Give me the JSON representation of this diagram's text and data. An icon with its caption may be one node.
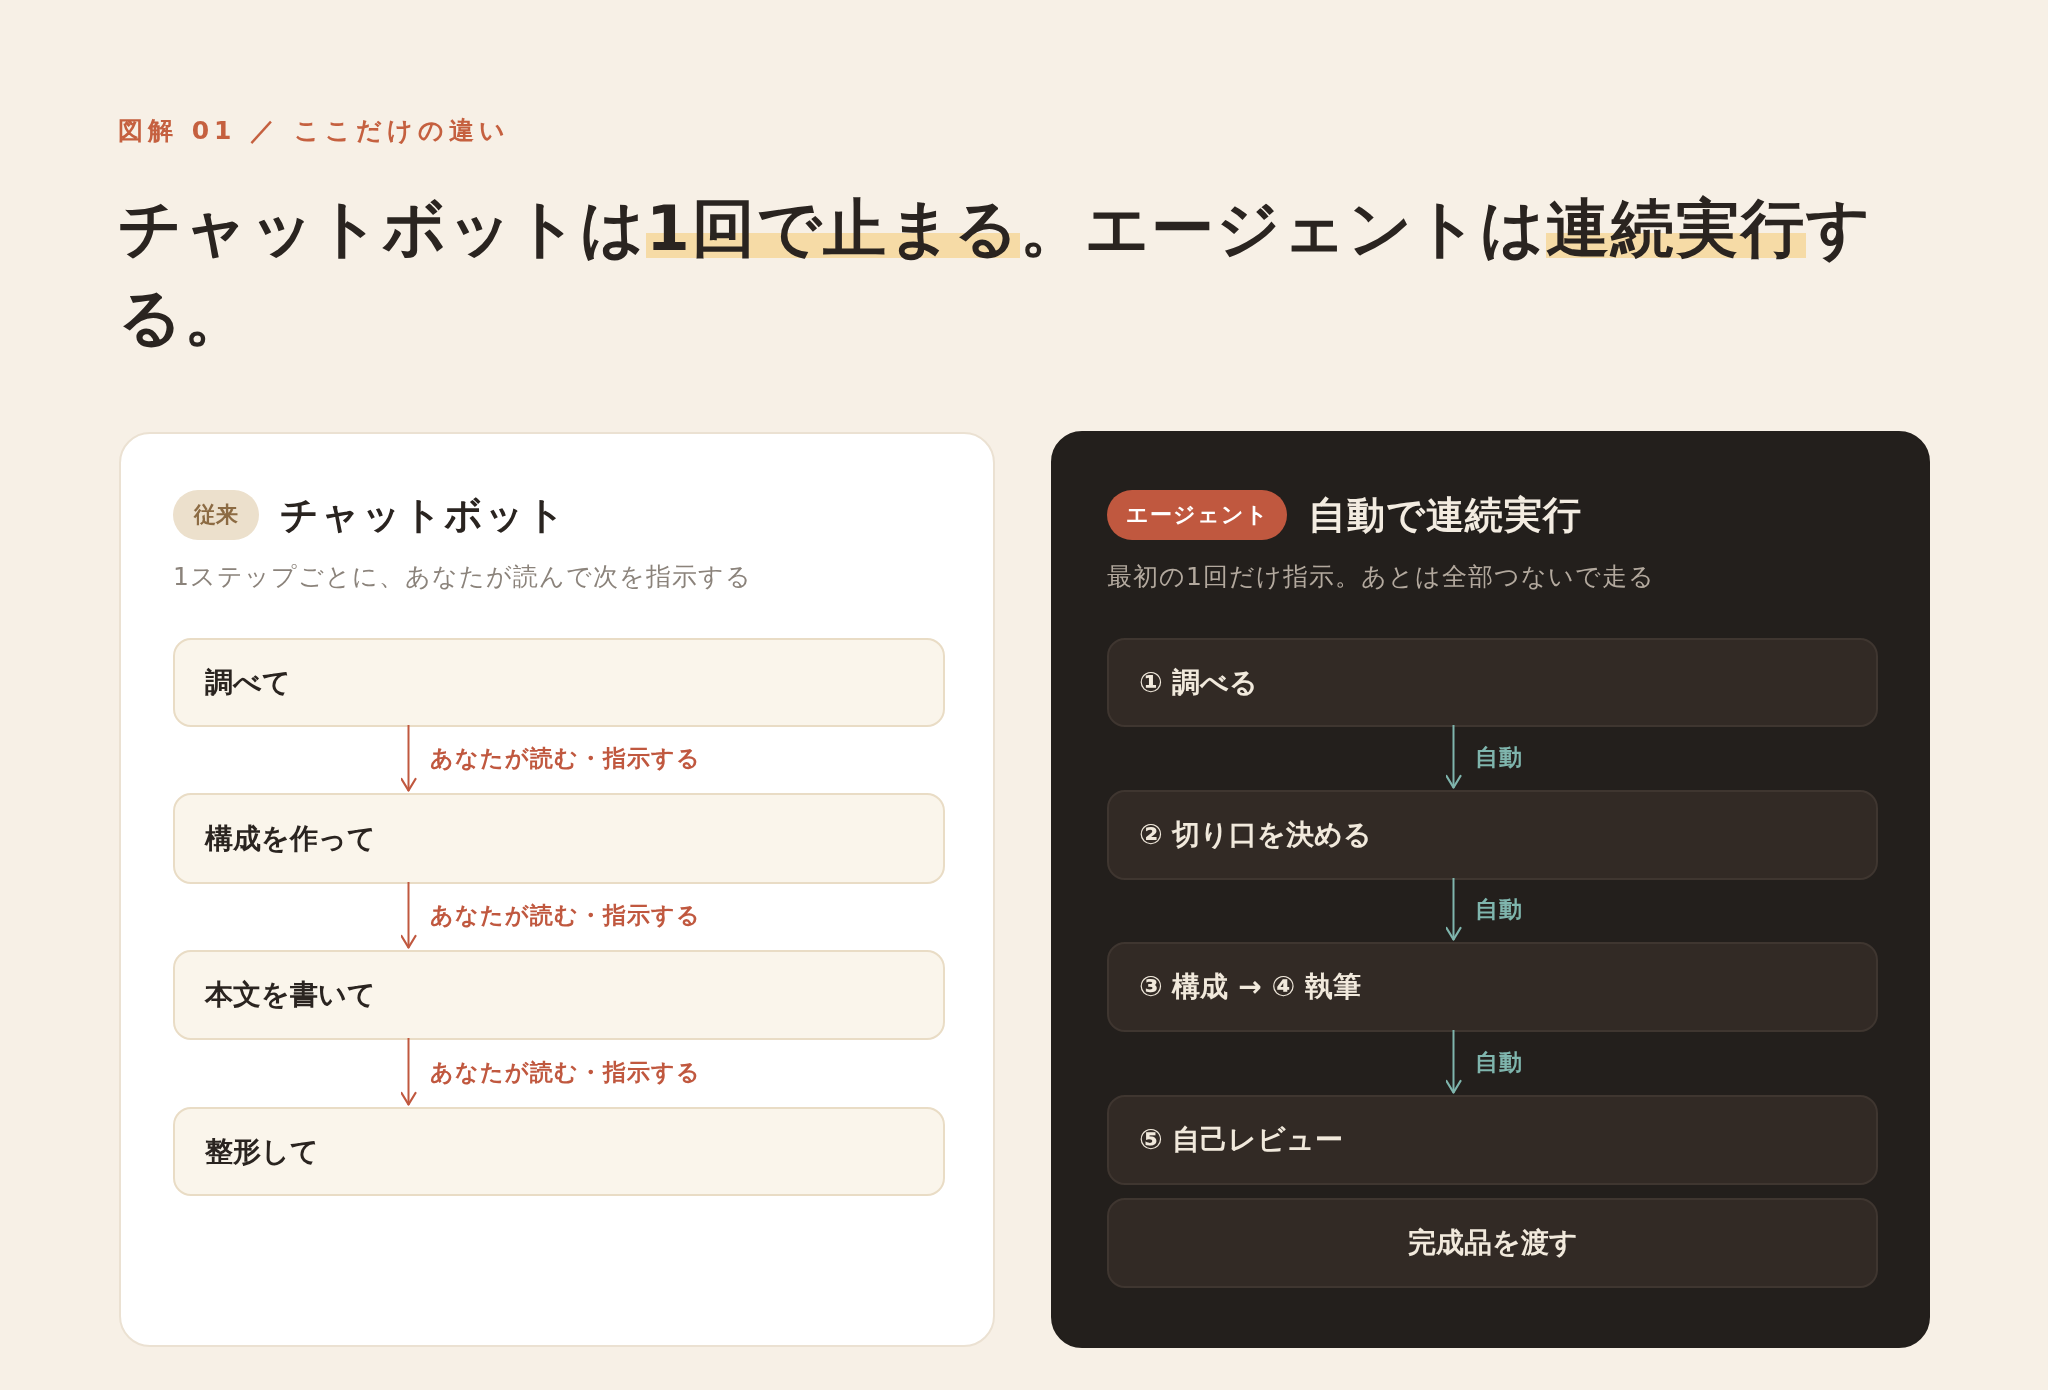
{
  "diagram": {
    "title": "チャットボットは**1回で止まる**。エージェントは**連続実行**する。",
    "nodes": [
      {
        "text": [
          "チャットボット",
          "1ステップごとに、あなたが読んで次を指示する"
        ]
      },
      {
        "text": [
          "従来"
        ],
        "in": 0
      },
      {
        "text": [
          "調べて"
        ],
        "in": 0
      },
      {
        "text": [
          "構成を作って"
        ],
        "in": 0
      },
      {
        "text": [
          "本文を書いて"
        ],
        "in": 0
      },
      {
        "text": [
          "整形して"
        ],
        "in": 0
      },
      {
        "text": [
          "自動で連続実行",
          "最初の1回だけ指示。あとは全部つないで走る"
        ]
      },
      {
        "text": [
          "エージェント"
        ],
        "in": 6
      },
      {
        "text": [
          "① 調べる"
        ],
        "in": 6
      },
      {
        "text": [
          "② 切り口を決める"
        ],
        "in": 6
      },
      {
        "text": [
          "③ 構成 → ④ 執筆"
        ],
        "in": 6
      },
      {
        "text": [
          "⑤ 自己レビュー"
        ],
        "in": 6
      },
      {
        "text": [
          "完成品を渡す"
        ],
        "in": 6
      }
    ],
    "edges": [
      {
        "from": 2,
        "to": 3,
        "arrow": "to",
        "label": "あなたが読む・指示する",
        "color": "#c0583f"
      },
      {
        "from": 3,
        "to": 4,
        "arrow": "to",
        "label": "あなたが読む・指示する",
        "color": "#c0583f"
      },
      {
        "from": 4,
        "to": 5,
        "arrow": "to",
        "label": "あなたが読む・指示する",
        "color": "#c0583f"
      },
      {
        "from": 8,
        "to": 9,
        "arrow": "to",
        "label": "自動",
        "color": "#7fb5ad"
      },
      {
        "from": 9,
        "to": 10,
        "arrow": "to",
        "label": "自動",
        "color": "#7fb5ad"
      },
      {
        "from": 10,
        "to": 11,
        "arrow": "to",
        "label": "自動",
        "color": "#7fb5ad"
      }
    ],
    "labels": [
      "図解 01 ／ ここだけの違い"
    ]
  }
}
